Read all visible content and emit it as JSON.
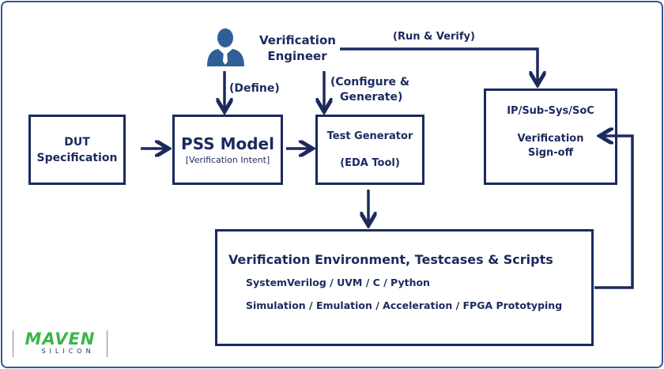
{
  "engineer": {
    "line1": "Verification",
    "line2": "Engineer"
  },
  "labels": {
    "define": "(Define)",
    "configure1": "(Configure &",
    "configure2": "Generate)",
    "run": "(Run & Verify)"
  },
  "dut": {
    "line1": "DUT",
    "line2": "Specification"
  },
  "pss": {
    "title": "PSS Model",
    "subtitle": "[Verification Intent]"
  },
  "testgen": {
    "title": "Test Generator",
    "subtitle": "(EDA Tool)"
  },
  "signoff": {
    "line1": "IP/Sub-Sys/SoC",
    "line2": "Verification",
    "line3": "Sign-off"
  },
  "env": {
    "title": "Verification Environment, Testcases & Scripts",
    "line1": "SystemVerilog / UVM / C / Python",
    "line2": "Simulation / Emulation / Acceleration / FPGA Prototyping"
  },
  "logo": {
    "name": "MAVEN",
    "sub": "SILICON"
  },
  "colors": {
    "navy": "#1b2a5e",
    "frame": "#2c5a94",
    "person": "#2f5f96",
    "logo_green": "#3cb54a"
  }
}
